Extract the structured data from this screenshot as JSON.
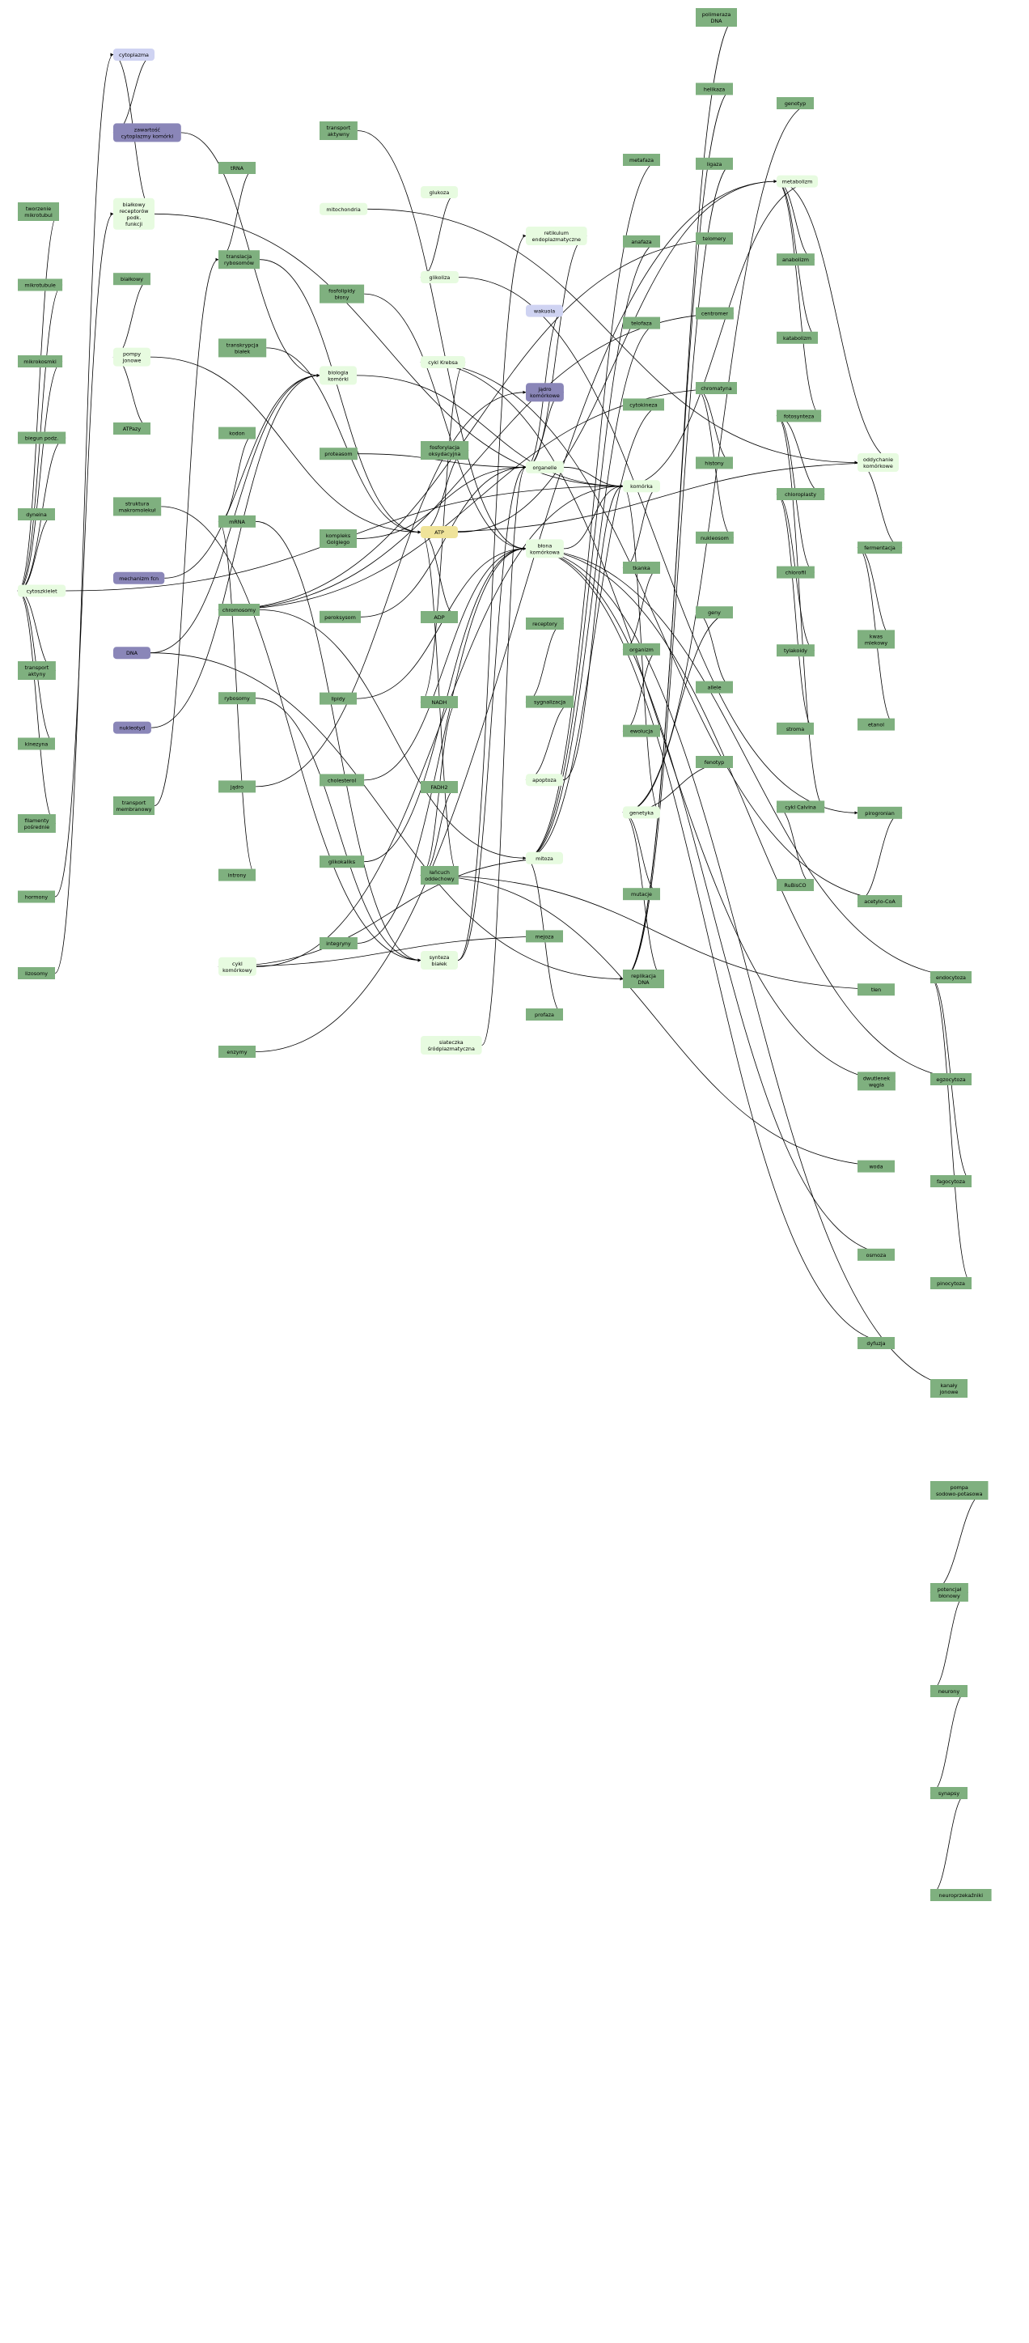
{
  "graph": {
    "colors": {
      "leaf": "#7fb07f",
      "hub": "#e7fbe0",
      "key": "#efe39a",
      "blue": "#cfd3f2",
      "purple": "#8a86b8",
      "edge": "#000000"
    },
    "nodes": [
      {
        "id": "n1",
        "label": "tworzenie\nmikrotubul",
        "kind": "leaf"
      },
      {
        "id": "n2",
        "label": "mikrotubule",
        "kind": "leaf"
      },
      {
        "id": "n3",
        "label": "mikrokosmki",
        "kind": "leaf"
      },
      {
        "id": "n4",
        "label": "biegun podz.",
        "kind": "leaf"
      },
      {
        "id": "n5",
        "label": "dyneina",
        "kind": "leaf"
      },
      {
        "id": "n6",
        "label": "cytoszkielet",
        "kind": "hub"
      },
      {
        "id": "n7",
        "label": "transport\naktyny",
        "kind": "leaf"
      },
      {
        "id": "n8",
        "label": "kinezyna",
        "kind": "leaf"
      },
      {
        "id": "n9",
        "label": "filamenty\npośrednie",
        "kind": "leaf"
      },
      {
        "id": "n10",
        "label": "hormony",
        "kind": "leaf"
      },
      {
        "id": "n11",
        "label": "lizosomy",
        "kind": "leaf"
      },
      {
        "id": "n12",
        "label": "cytoplazma",
        "kind": "blue"
      },
      {
        "id": "n13",
        "label": "zawartość\ncytoplazmy komórki",
        "kind": "purple"
      },
      {
        "id": "n14",
        "label": "białkowy\nreceptorów\npodk.\nfunkcji",
        "kind": "hub"
      },
      {
        "id": "n15",
        "label": "białkowy",
        "kind": "leaf"
      },
      {
        "id": "n16",
        "label": "pompy\njonowe",
        "kind": "hub"
      },
      {
        "id": "n17",
        "label": "ATPazy",
        "kind": "leaf"
      },
      {
        "id": "n18",
        "label": "struktura\nmakromolekuł",
        "kind": "leaf"
      },
      {
        "id": "n19",
        "label": "mechanizm fcn",
        "kind": "purple"
      },
      {
        "id": "n20",
        "label": "DNA",
        "kind": "purple"
      },
      {
        "id": "n21",
        "label": "nukleotyd",
        "kind": "purple"
      },
      {
        "id": "n22",
        "label": "transport\nmembranowy",
        "kind": "leaf"
      },
      {
        "id": "n23",
        "label": "tRNA",
        "kind": "leaf"
      },
      {
        "id": "n24",
        "label": "translacja\nrybosomów",
        "kind": "leaf"
      },
      {
        "id": "n25",
        "label": "transkrypcja\nbiałek",
        "kind": "leaf"
      },
      {
        "id": "n26",
        "label": "kodon",
        "kind": "leaf"
      },
      {
        "id": "n27",
        "label": "mRNA",
        "kind": "leaf"
      },
      {
        "id": "n28",
        "label": "chromosomy",
        "kind": "leaf"
      },
      {
        "id": "n29",
        "label": "rybosomy",
        "kind": "leaf"
      },
      {
        "id": "n30",
        "label": "jądro",
        "kind": "leaf"
      },
      {
        "id": "n31",
        "label": "introny",
        "kind": "leaf"
      },
      {
        "id": "n32",
        "label": "cykl\nkomórkowy",
        "kind": "hub"
      },
      {
        "id": "n33",
        "label": "enzymy",
        "kind": "leaf"
      },
      {
        "id": "n34",
        "label": "transport\naktywny",
        "kind": "leaf"
      },
      {
        "id": "n35",
        "label": "mitochondria",
        "kind": "hub"
      },
      {
        "id": "n36",
        "label": "fosfolipidy\nbłony",
        "kind": "leaf"
      },
      {
        "id": "n37",
        "label": "biologia\nkomórki",
        "kind": "hub"
      },
      {
        "id": "n38",
        "label": "proteasom",
        "kind": "leaf"
      },
      {
        "id": "n39",
        "label": "kompleks\nGolgiego",
        "kind": "leaf"
      },
      {
        "id": "n40",
        "label": "peroksysom",
        "kind": "leaf"
      },
      {
        "id": "n41",
        "label": "lipidy",
        "kind": "leaf"
      },
      {
        "id": "n42",
        "label": "cholesterol",
        "kind": "leaf"
      },
      {
        "id": "n43",
        "label": "glikokaliks",
        "kind": "leaf"
      },
      {
        "id": "n44",
        "label": "integryny",
        "kind": "leaf"
      },
      {
        "id": "n45",
        "label": "glukoza",
        "kind": "hub"
      },
      {
        "id": "n46",
        "label": "glikoliza",
        "kind": "hub"
      },
      {
        "id": "n47",
        "label": "cykl Krebsa",
        "kind": "hub"
      },
      {
        "id": "n48",
        "label": "fosforylacja\noksydacyjna",
        "kind": "leaf"
      },
      {
        "id": "n49",
        "label": "ATP",
        "kind": "key"
      },
      {
        "id": "n50",
        "label": "ADP",
        "kind": "leaf"
      },
      {
        "id": "n51",
        "label": "NADH",
        "kind": "leaf"
      },
      {
        "id": "n52",
        "label": "FADH2",
        "kind": "leaf"
      },
      {
        "id": "n53",
        "label": "łańcuch\noddechowy",
        "kind": "leaf"
      },
      {
        "id": "n54",
        "label": "synteza\nbiałek",
        "kind": "hub"
      },
      {
        "id": "n55",
        "label": "siateczka\nśródplazmatyczna",
        "kind": "hub"
      },
      {
        "id": "n56",
        "label": "retikulum\nendoplazmatyczne",
        "kind": "hub"
      },
      {
        "id": "n57",
        "label": "wakuola",
        "kind": "blue"
      },
      {
        "id": "n58",
        "label": "jądro\nkomórkowe",
        "kind": "purple"
      },
      {
        "id": "n59",
        "label": "organelle",
        "kind": "hub"
      },
      {
        "id": "n60",
        "label": "błona\nkomórkowa",
        "kind": "hub"
      },
      {
        "id": "n61",
        "label": "receptory",
        "kind": "leaf"
      },
      {
        "id": "n62",
        "label": "sygnalizacja",
        "kind": "leaf"
      },
      {
        "id": "n63",
        "label": "apoptoza",
        "kind": "hub"
      },
      {
        "id": "n64",
        "label": "mitoza",
        "kind": "hub"
      },
      {
        "id": "n65",
        "label": "mejoza",
        "kind": "leaf"
      },
      {
        "id": "n66",
        "label": "profaza",
        "kind": "leaf"
      },
      {
        "id": "n67",
        "label": "metafaza",
        "kind": "leaf"
      },
      {
        "id": "n68",
        "label": "anafaza",
        "kind": "leaf"
      },
      {
        "id": "n69",
        "label": "telofaza",
        "kind": "leaf"
      },
      {
        "id": "n70",
        "label": "cytokineza",
        "kind": "leaf"
      },
      {
        "id": "n71",
        "label": "komórka",
        "kind": "hub"
      },
      {
        "id": "n72",
        "label": "tkanka",
        "kind": "leaf"
      },
      {
        "id": "n73",
        "label": "organizm",
        "kind": "leaf"
      },
      {
        "id": "n74",
        "label": "ewolucja",
        "kind": "leaf"
      },
      {
        "id": "n75",
        "label": "genetyka",
        "kind": "hub"
      },
      {
        "id": "n76",
        "label": "mutacje",
        "kind": "leaf"
      },
      {
        "id": "n77",
        "label": "replikacja\nDNA",
        "kind": "leaf"
      },
      {
        "id": "n78",
        "label": "polimeraza\nDNA",
        "kind": "leaf"
      },
      {
        "id": "n79",
        "label": "helikaza",
        "kind": "leaf"
      },
      {
        "id": "n80",
        "label": "ligaza",
        "kind": "leaf"
      },
      {
        "id": "n81",
        "label": "telomery",
        "kind": "leaf"
      },
      {
        "id": "n82",
        "label": "centromer",
        "kind": "leaf"
      },
      {
        "id": "n83",
        "label": "chromatyna",
        "kind": "leaf"
      },
      {
        "id": "n84",
        "label": "histony",
        "kind": "leaf"
      },
      {
        "id": "n85",
        "label": "nukleosom",
        "kind": "leaf"
      },
      {
        "id": "n86",
        "label": "geny",
        "kind": "leaf"
      },
      {
        "id": "n87",
        "label": "allele",
        "kind": "leaf"
      },
      {
        "id": "n88",
        "label": "fenotyp",
        "kind": "leaf"
      },
      {
        "id": "n89",
        "label": "genotyp",
        "kind": "leaf"
      },
      {
        "id": "n90",
        "label": "metabolizm",
        "kind": "hub"
      },
      {
        "id": "n91",
        "label": "anabolizm",
        "kind": "leaf"
      },
      {
        "id": "n92",
        "label": "katabolizm",
        "kind": "leaf"
      },
      {
        "id": "n93",
        "label": "fotosynteza",
        "kind": "leaf"
      },
      {
        "id": "n94",
        "label": "chloroplasty",
        "kind": "leaf"
      },
      {
        "id": "n95",
        "label": "chlorofil",
        "kind": "leaf"
      },
      {
        "id": "n96",
        "label": "tylakoidy",
        "kind": "leaf"
      },
      {
        "id": "n97",
        "label": "stroma",
        "kind": "leaf"
      },
      {
        "id": "n98",
        "label": "cykl Calvina",
        "kind": "leaf"
      },
      {
        "id": "n99",
        "label": "RuBisCO",
        "kind": "leaf"
      },
      {
        "id": "n100",
        "label": "oddychanie\nkomórkowe",
        "kind": "hub"
      },
      {
        "id": "n101",
        "label": "fermentacja",
        "kind": "leaf"
      },
      {
        "id": "n102",
        "label": "kwas\nmlekowy",
        "kind": "leaf"
      },
      {
        "id": "n103",
        "label": "etanol",
        "kind": "leaf"
      },
      {
        "id": "n104",
        "label": "pirogronian",
        "kind": "leaf"
      },
      {
        "id": "n105",
        "label": "acetylo-CoA",
        "kind": "leaf"
      },
      {
        "id": "n106",
        "label": "tlen",
        "kind": "leaf"
      },
      {
        "id": "n107",
        "label": "dwutlenek\nwęgla",
        "kind": "leaf"
      },
      {
        "id": "n108",
        "label": "woda",
        "kind": "leaf"
      },
      {
        "id": "n109",
        "label": "osmoza",
        "kind": "leaf"
      },
      {
        "id": "n110",
        "label": "dyfuzja",
        "kind": "leaf"
      },
      {
        "id": "n111",
        "label": "endocytoza",
        "kind": "leaf"
      },
      {
        "id": "n112",
        "label": "egzocytoza",
        "kind": "leaf"
      },
      {
        "id": "n113",
        "label": "fagocytoza",
        "kind": "leaf"
      },
      {
        "id": "n114",
        "label": "pinocytoza",
        "kind": "leaf"
      },
      {
        "id": "n115",
        "label": "kanały\njonowe",
        "kind": "leaf"
      },
      {
        "id": "n116",
        "label": "pompa\nsodowo-potasowa",
        "kind": "leaf"
      },
      {
        "id": "n117",
        "label": "potencjał\nbłonowy",
        "kind": "leaf"
      },
      {
        "id": "n118",
        "label": "neurony",
        "kind": "leaf"
      },
      {
        "id": "n119",
        "label": "synapsy",
        "kind": "leaf"
      },
      {
        "id": "n120",
        "label": "neuroprzekaźniki",
        "kind": "leaf"
      }
    ],
    "edges": [
      [
        "n1",
        "n6"
      ],
      [
        "n2",
        "n6"
      ],
      [
        "n3",
        "n6"
      ],
      [
        "n4",
        "n6"
      ],
      [
        "n5",
        "n6"
      ],
      [
        "n7",
        "n6"
      ],
      [
        "n8",
        "n6"
      ],
      [
        "n9",
        "n6"
      ],
      [
        "n10",
        "n14"
      ],
      [
        "n11",
        "n12"
      ],
      [
        "n12",
        "n13"
      ],
      [
        "n14",
        "n12"
      ],
      [
        "n15",
        "n16"
      ],
      [
        "n17",
        "n16"
      ],
      [
        "n18",
        "n54"
      ],
      [
        "n19",
        "n37"
      ],
      [
        "n20",
        "n37"
      ],
      [
        "n21",
        "n37"
      ],
      [
        "n22",
        "n24"
      ],
      [
        "n23",
        "n24"
      ],
      [
        "n24",
        "n49"
      ],
      [
        "n25",
        "n49"
      ],
      [
        "n26",
        "n27"
      ],
      [
        "n27",
        "n54"
      ],
      [
        "n28",
        "n64"
      ],
      [
        "n29",
        "n54"
      ],
      [
        "n30",
        "n58"
      ],
      [
        "n31",
        "n27"
      ],
      [
        "n33",
        "n90"
      ],
      [
        "n34",
        "n60"
      ],
      [
        "n35",
        "n100"
      ],
      [
        "n36",
        "n60"
      ],
      [
        "n38",
        "n59"
      ],
      [
        "n39",
        "n59"
      ],
      [
        "n40",
        "n59"
      ],
      [
        "n41",
        "n60"
      ],
      [
        "n42",
        "n60"
      ],
      [
        "n43",
        "n60"
      ],
      [
        "n44",
        "n60"
      ],
      [
        "n45",
        "n46"
      ],
      [
        "n46",
        "n104"
      ],
      [
        "n47",
        "n51"
      ],
      [
        "n48",
        "n49"
      ],
      [
        "n50",
        "n49"
      ],
      [
        "n51",
        "n53"
      ],
      [
        "n52",
        "n53"
      ],
      [
        "n53",
        "n49"
      ],
      [
        "n54",
        "n56"
      ],
      [
        "n55",
        "n59"
      ],
      [
        "n56",
        "n59"
      ],
      [
        "n57",
        "n59"
      ],
      [
        "n58",
        "n59"
      ],
      [
        "n59",
        "n71"
      ],
      [
        "n60",
        "n71"
      ],
      [
        "n61",
        "n62"
      ],
      [
        "n62",
        "n63"
      ],
      [
        "n63",
        "n71"
      ],
      [
        "n64",
        "n32"
      ],
      [
        "n65",
        "n32"
      ],
      [
        "n66",
        "n64"
      ],
      [
        "n67",
        "n64"
      ],
      [
        "n68",
        "n64"
      ],
      [
        "n69",
        "n64"
      ],
      [
        "n70",
        "n64"
      ],
      [
        "n71",
        "n72"
      ],
      [
        "n72",
        "n73"
      ],
      [
        "n73",
        "n74"
      ],
      [
        "n75",
        "n71"
      ],
      [
        "n76",
        "n75"
      ],
      [
        "n77",
        "n75"
      ],
      [
        "n78",
        "n77"
      ],
      [
        "n79",
        "n77"
      ],
      [
        "n80",
        "n77"
      ],
      [
        "n81",
        "n28"
      ],
      [
        "n82",
        "n28"
      ],
      [
        "n83",
        "n28"
      ],
      [
        "n84",
        "n83"
      ],
      [
        "n85",
        "n83"
      ],
      [
        "n86",
        "n75"
      ],
      [
        "n87",
        "n86"
      ],
      [
        "n88",
        "n75"
      ],
      [
        "n89",
        "n75"
      ],
      [
        "n90",
        "n71"
      ],
      [
        "n91",
        "n90"
      ],
      [
        "n92",
        "n90"
      ],
      [
        "n93",
        "n90"
      ],
      [
        "n94",
        "n93"
      ],
      [
        "n95",
        "n93"
      ],
      [
        "n96",
        "n94"
      ],
      [
        "n97",
        "n94"
      ],
      [
        "n98",
        "n93"
      ],
      [
        "n99",
        "n98"
      ],
      [
        "n100",
        "n90"
      ],
      [
        "n101",
        "n100"
      ],
      [
        "n102",
        "n101"
      ],
      [
        "n103",
        "n101"
      ],
      [
        "n104",
        "n105"
      ],
      [
        "n105",
        "n47"
      ],
      [
        "n106",
        "n53"
      ],
      [
        "n107",
        "n47"
      ],
      [
        "n108",
        "n53"
      ],
      [
        "n109",
        "n60"
      ],
      [
        "n110",
        "n60"
      ],
      [
        "n111",
        "n60"
      ],
      [
        "n112",
        "n60"
      ],
      [
        "n113",
        "n111"
      ],
      [
        "n114",
        "n111"
      ],
      [
        "n115",
        "n60"
      ],
      [
        "n116",
        "n117"
      ],
      [
        "n117",
        "n118"
      ],
      [
        "n118",
        "n119"
      ],
      [
        "n119",
        "n120"
      ],
      [
        "n32",
        "n71"
      ],
      [
        "n37",
        "n71"
      ],
      [
        "n6",
        "n71"
      ],
      [
        "n16",
        "n49"
      ],
      [
        "n13",
        "n37"
      ],
      [
        "n49",
        "n90"
      ],
      [
        "n54",
        "n59"
      ],
      [
        "n100",
        "n49"
      ],
      [
        "n14",
        "n71"
      ],
      [
        "n20",
        "n77"
      ]
    ]
  }
}
